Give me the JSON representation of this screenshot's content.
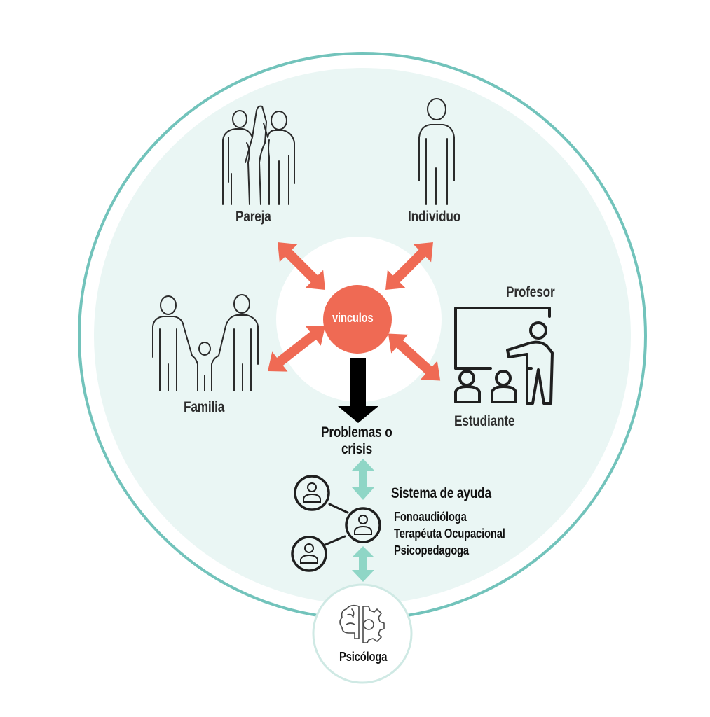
{
  "nodes": {
    "pareja": "Pareja",
    "individuo": "Individuo",
    "familia": "Familia",
    "profesor": "Profesor",
    "estudiante": "Estudiante",
    "vinculos": "vinculos",
    "problemas_line1": "Problemas o",
    "problemas_line2": "crisis",
    "sistema_title": "Sistema de ayuda",
    "sistema_items": [
      "Fonoaudióloga",
      "Terapéuta Ocupacional",
      "Psicopedagoga"
    ],
    "psicologa": "Psicóloga"
  },
  "colors": {
    "ring": "#72c3bb",
    "fill": "#eaf6f4",
    "accent": "#ef6a54",
    "teal_arrow": "#8fd6c6",
    "line": "#2b2b2b"
  }
}
